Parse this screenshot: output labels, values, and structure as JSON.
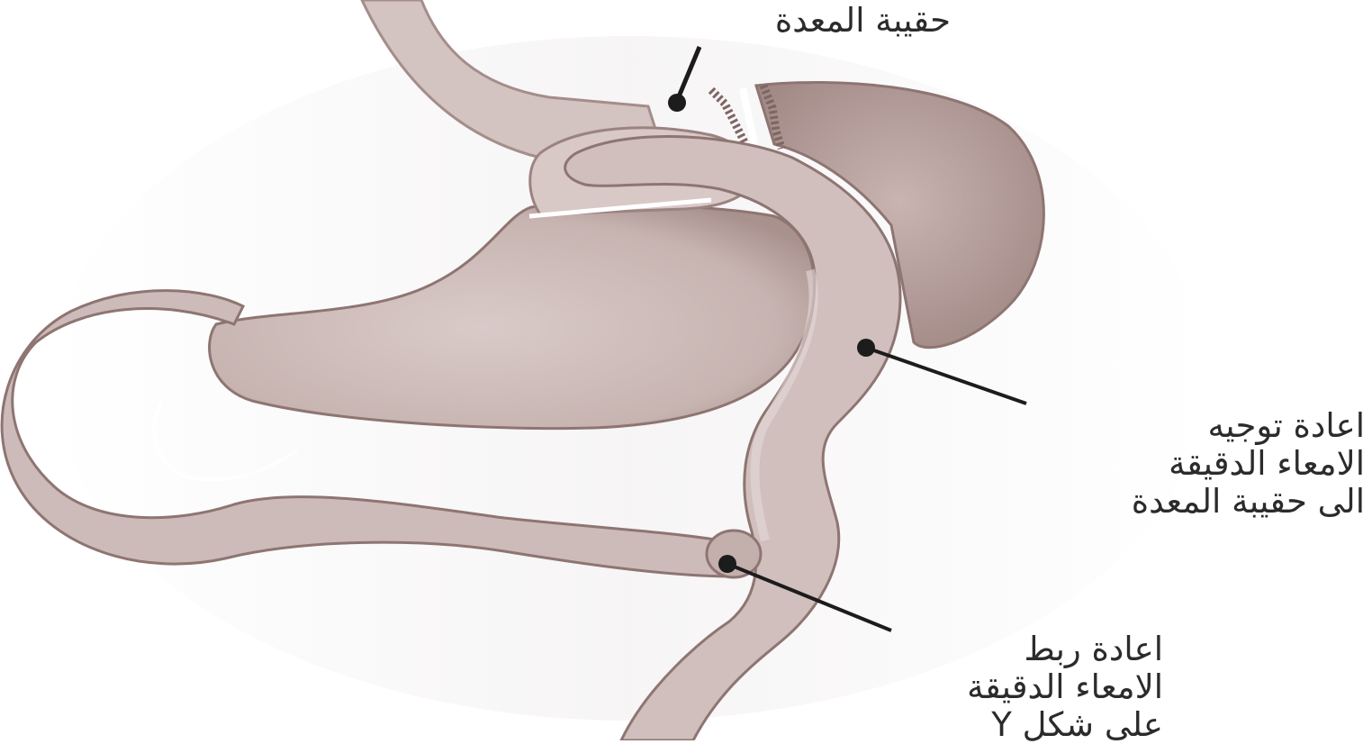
{
  "labels": {
    "pouch": "حقيبة المعدة",
    "reroute": [
      "اعادة توجيه",
      "الامعاء الدقيقة",
      "الى حقيبة المعدة"
    ],
    "reconnect": [
      "اعادة ربط",
      "الامعاء الدقيقة",
      "على شكل Y"
    ]
  },
  "colors": {
    "tissue": "#cfbebc",
    "tissue_dark": "#a8908d",
    "tissue_light": "#e2d5d3",
    "outline": "#9e8683",
    "leader": "#1c1c1c"
  }
}
